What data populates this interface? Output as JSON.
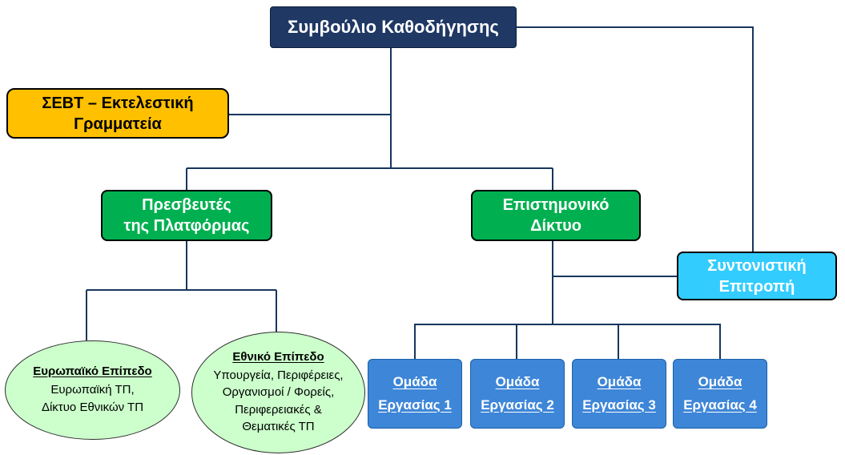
{
  "palette": {
    "steering_fill": "#1F3864",
    "secretariat_fill": "#FFC000",
    "green_fill": "#00B050",
    "coordination_fill": "#33CCFF",
    "workgroup_fill": "#3E86D8",
    "ellipse_fill": "#CCFFCC",
    "connector_stroke": "#17365D"
  },
  "chart_data": {
    "type": "org-chart",
    "title": "",
    "edges": [
      [
        "Συμβούλιο Καθοδήγησης",
        "ΣΕΒΤ – Εκτελεστική Γραμματεία"
      ],
      [
        "Συμβούλιο Καθοδήγησης",
        "Πρεσβευτές της Πλατφόρμας"
      ],
      [
        "Συμβούλιο Καθοδήγησης",
        "Επιστημονικό Δίκτυο"
      ],
      [
        "Συμβούλιο Καθοδήγησης",
        "Συντονιστική Επιτροπή"
      ],
      [
        "Επιστημονικό Δίκτυο",
        "Συντονιστική Επιτροπή"
      ],
      [
        "Πρεσβευτές της Πλατφόρμας",
        "Ευρωπαϊκό Επίπεδο"
      ],
      [
        "Πρεσβευτές της Πλατφόρμας",
        "Εθνικό Επίπεδο"
      ],
      [
        "Επιστημονικό Δίκτυο",
        "Ομάδα Εργασίας 1"
      ],
      [
        "Επιστημονικό Δίκτυο",
        "Ομάδα Εργασίας 2"
      ],
      [
        "Επιστημονικό Δίκτυο",
        "Ομάδα Εργασίας 3"
      ],
      [
        "Επιστημονικό Δίκτυο",
        "Ομάδα Εργασίας 4"
      ]
    ]
  },
  "nodes": {
    "steering_council": {
      "label": "Συμβούλιο Καθοδήγησης"
    },
    "executive_secretariat": {
      "label": "ΣΕΒΤ – Εκτελεστική\nΓραμματεία"
    },
    "platform_ambassadors": {
      "label": "Πρεσβευτές\nτης Πλατφόρμας"
    },
    "scientific_network": {
      "label": "Επιστημονικό\nΔίκτυο"
    },
    "coordination_committee": {
      "label": "Συντονιστική\nΕπιτροπή"
    },
    "european_level": {
      "heading": "Ευρωπαϊκό Επίπεδο",
      "body": "Ευρωπαϊκή ΤΠ,\nΔίκτυο Εθνικών ΤΠ"
    },
    "national_level": {
      "heading": "Εθνικό Επίπεδο",
      "body": "Υπουργεία, Περιφέρειες,\nΟργανισμοί / Φορείς,\nΠεριφερειακές &\nΘεματικές ΤΠ"
    },
    "workgroups": [
      {
        "label": "Ομάδα\nΕργασίας 1"
      },
      {
        "label": "Ομάδα\nΕργασίας 2"
      },
      {
        "label": "Ομάδα\nΕργασίας 3"
      },
      {
        "label": "Ομάδα\nΕργασίας 4"
      }
    ]
  }
}
